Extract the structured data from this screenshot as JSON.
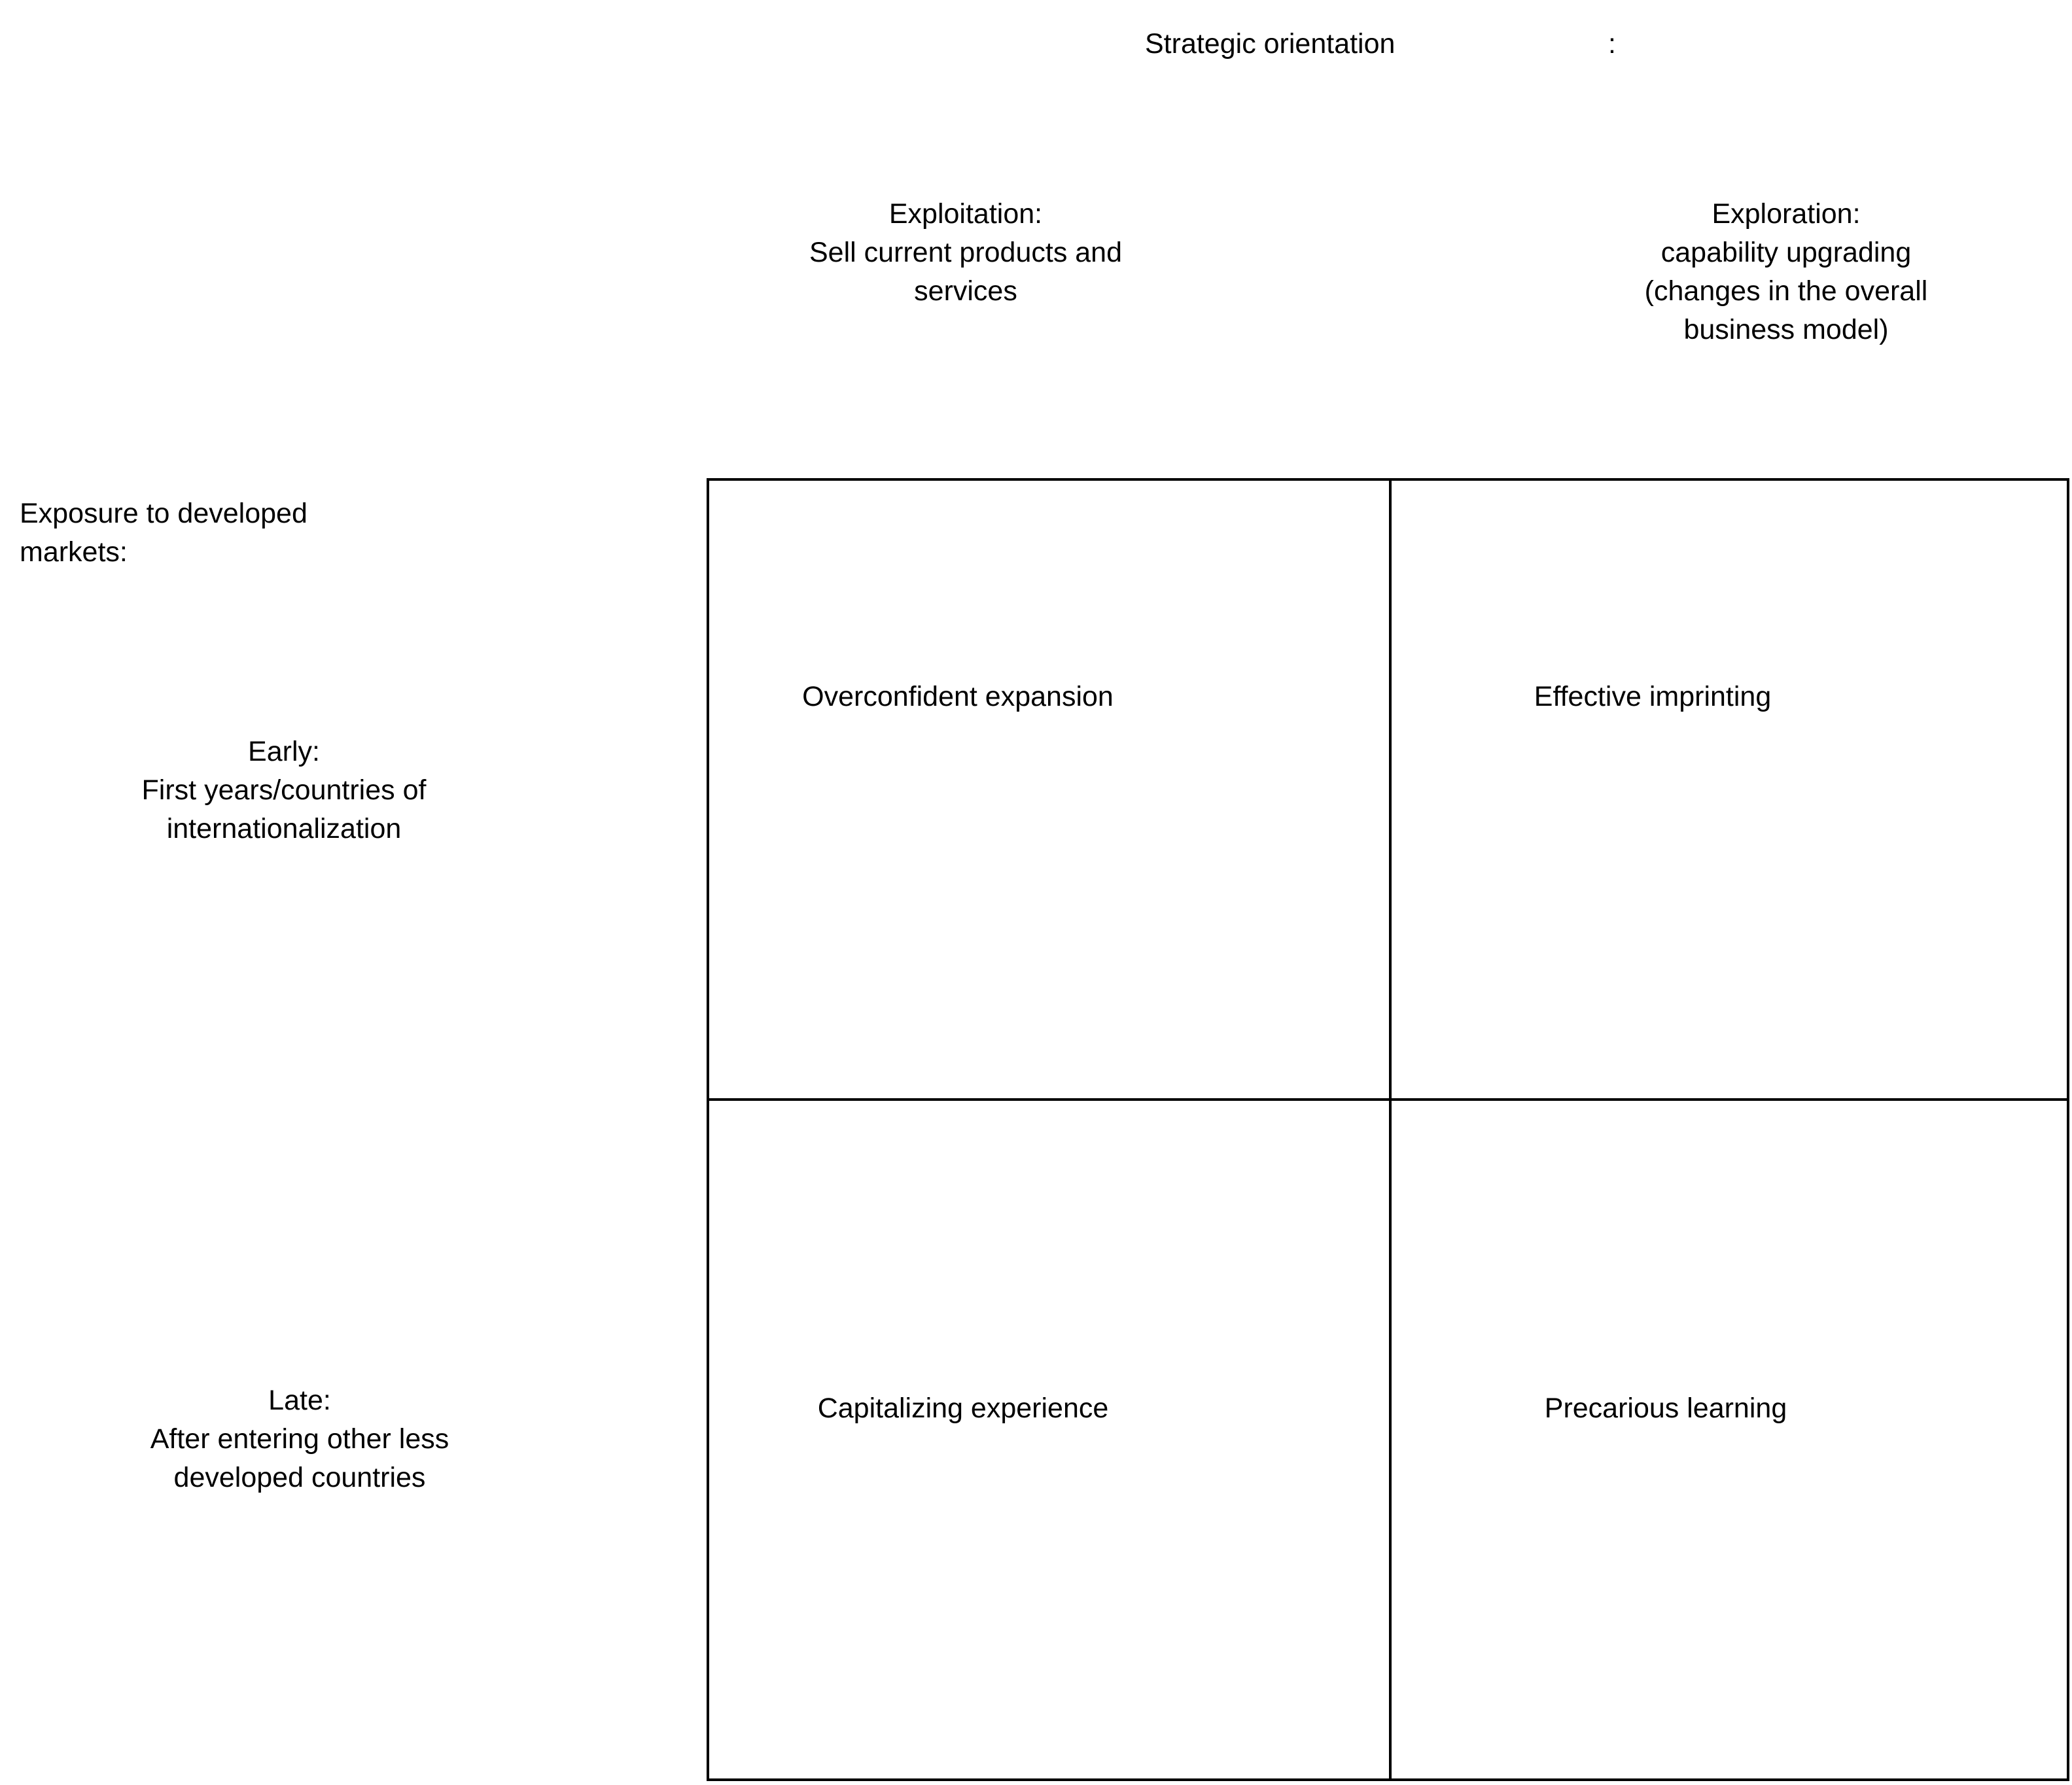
{
  "page": {
    "background": "#ffffff",
    "text_color": "#000000",
    "border_color": "#000000"
  },
  "title": {
    "text": "Strategic orientation",
    "colon": ":"
  },
  "column_axis": {
    "headers": [
      {
        "id": "exploitation",
        "text": "Exploitation:\nSell current products and\nservices"
      },
      {
        "id": "exploration",
        "text": "Exploration:\ncapability upgrading\n(changes in the overall\nbusiness model)"
      }
    ]
  },
  "row_axis": {
    "label": "Exposure to developed\nmarkets:",
    "headers": [
      {
        "id": "early",
        "text": "Early:\nFirst years/countries of\ninternationalization"
      },
      {
        "id": "late",
        "text": "Late:\nAfter entering other less\ndeveloped countries"
      }
    ]
  },
  "matrix": {
    "cells": [
      {
        "id": "top-left",
        "label": "Overconfident expansion"
      },
      {
        "id": "top-right",
        "label": "Effective imprinting"
      },
      {
        "id": "bottom-left",
        "label": "Capitalizing experience"
      },
      {
        "id": "bottom-right",
        "label": "Precarious learning"
      }
    ]
  }
}
